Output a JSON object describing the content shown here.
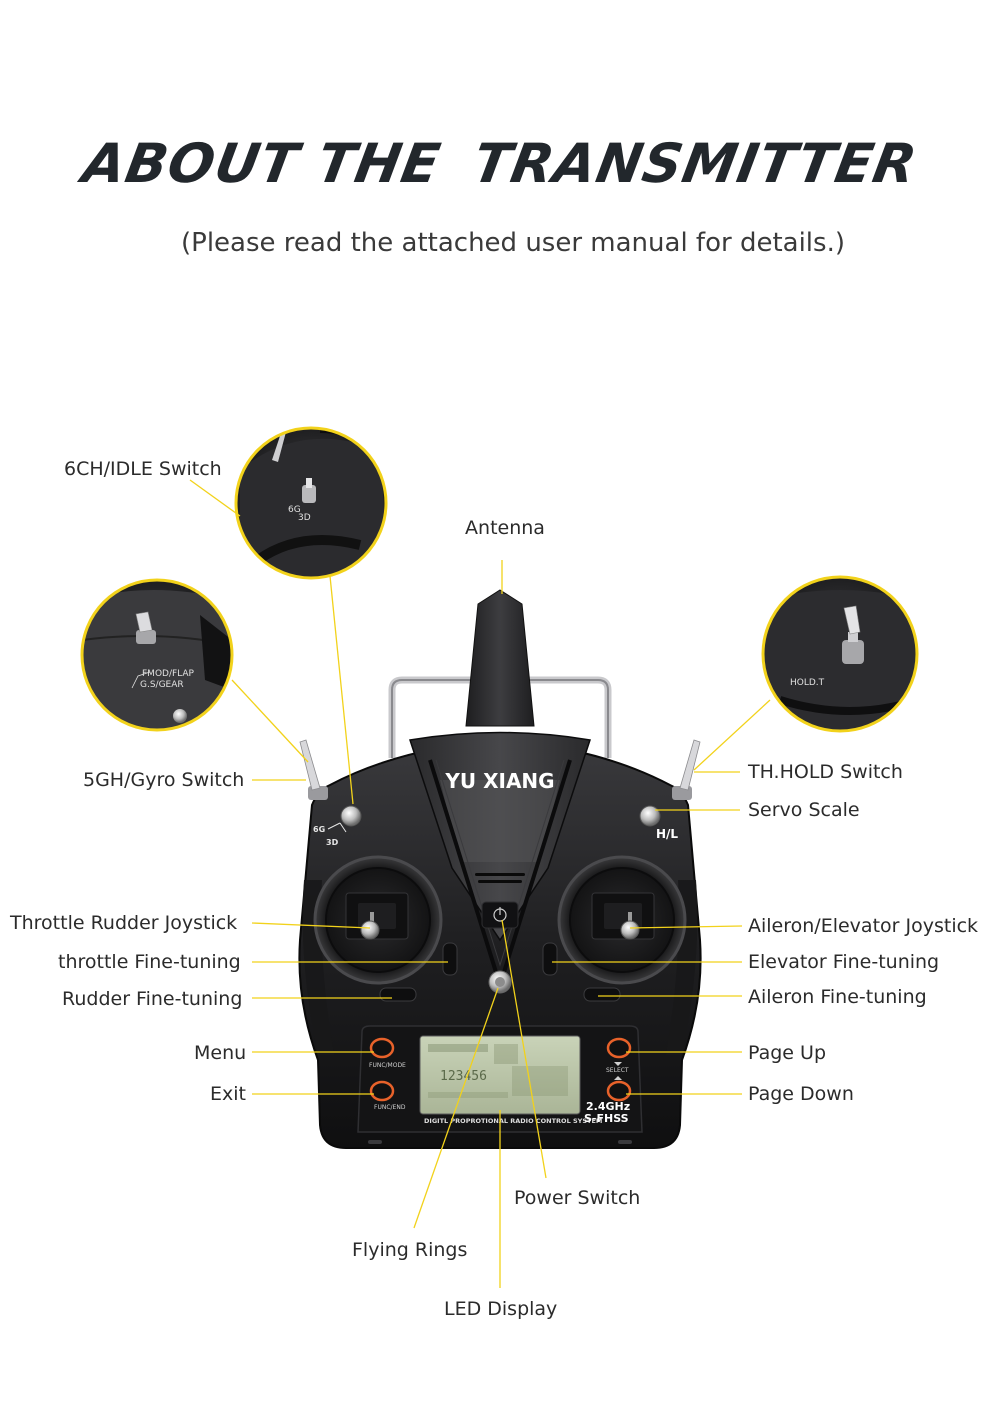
{
  "header": {
    "title_part1": "ABOUT THE",
    "title_part2": "TRANSMITTER",
    "subtitle": "(Please read the attached user manual for details.)"
  },
  "device": {
    "brand": "YU XIANG",
    "switch_6g": "6G",
    "switch_3d": "3D",
    "hl_label": "H/L",
    "btn_func_mode": "FUNC/MODE",
    "btn_func_end": "FUNC/END",
    "btn_select": "SELECT",
    "band": "2.4GHz",
    "protocol": "S-FHSS",
    "system_text": "DIGITL PROPROTIONAL RADIO CONTROL SYSTEM",
    "lcd_line1": "123456"
  },
  "zoom": {
    "left_top_6g": "6G",
    "left_top_3d": "3D",
    "left_mid_fmod": "FMOD/FLAP",
    "left_mid_gear": "G.S/GEAR",
    "right_hold": "HOLD.T"
  },
  "labels": {
    "antenna": "Antenna",
    "ch6_idle": "6CH/IDLE Switch",
    "gyro_switch": "5GH/Gyro Switch",
    "th_hold": "TH.HOLD Switch",
    "servo_scale": "Servo Scale",
    "throttle_rudder_joystick": "Throttle Rudder Joystick",
    "throttle_fine": "throttle Fine-tuning",
    "rudder_fine": "Rudder Fine-tuning",
    "aileron_elevator_joystick": "Aileron/Elevator Joystick",
    "elevator_fine": "Elevator Fine-tuning",
    "aileron_fine": "Aileron Fine-tuning",
    "menu": "Menu",
    "exit": "Exit",
    "page_up": "Page Up",
    "page_down": "Page Down",
    "power_switch": "Power Switch",
    "flying_rings": "Flying Rings",
    "led_display": "LED Display"
  },
  "colors": {
    "callout_line": "#f2d21b",
    "accent_orange": "#e8622a",
    "body_dark": "#1d1d1f",
    "text": "#2b2b2b"
  }
}
